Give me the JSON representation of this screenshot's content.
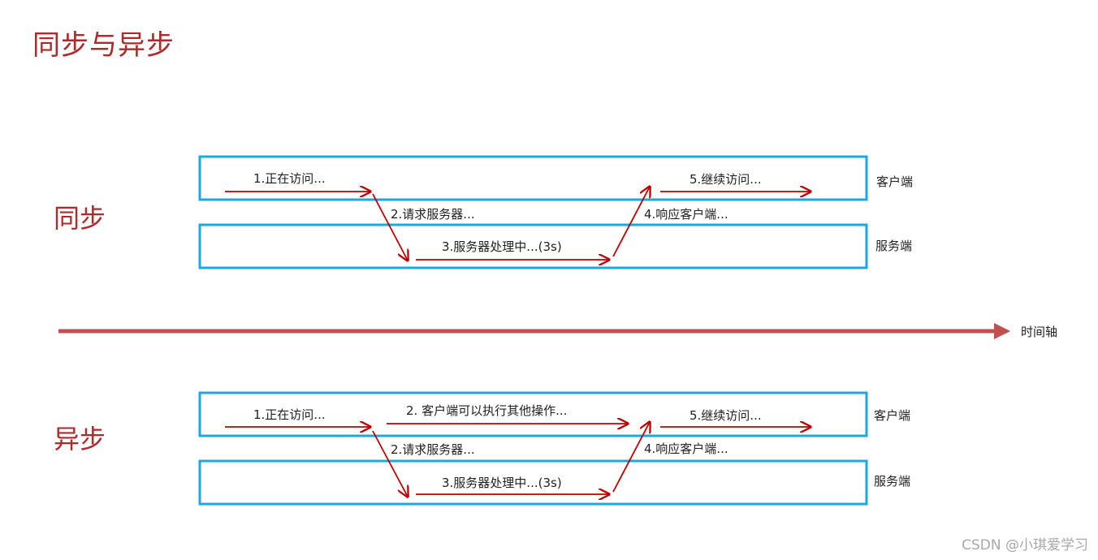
{
  "title": "同步与异步",
  "colors": {
    "title": "#b02a2a",
    "box_border": "#1ba8e0",
    "arrow": "#c00000",
    "axis": "#c0504d"
  },
  "timeline": {
    "label": "时间轴"
  },
  "sync": {
    "title": "同步",
    "client_label": "客户端",
    "server_label": "服务端",
    "steps": [
      "1.正在访问...",
      "2.请求服务器...",
      "3.服务器处理中...(3s)",
      "4.响应客户端...",
      "5.继续访问..."
    ]
  },
  "async": {
    "title": "异步",
    "client_label": "客户端",
    "server_label": "服务端",
    "steps": [
      "1.正在访问...",
      "2. 客户端可以执行其他操作...",
      "2.请求服务器...",
      "3.服务器处理中...(3s)",
      "4.响应客户端...",
      "5.继续访问..."
    ]
  },
  "watermark": "CSDN @小琪爱学习"
}
